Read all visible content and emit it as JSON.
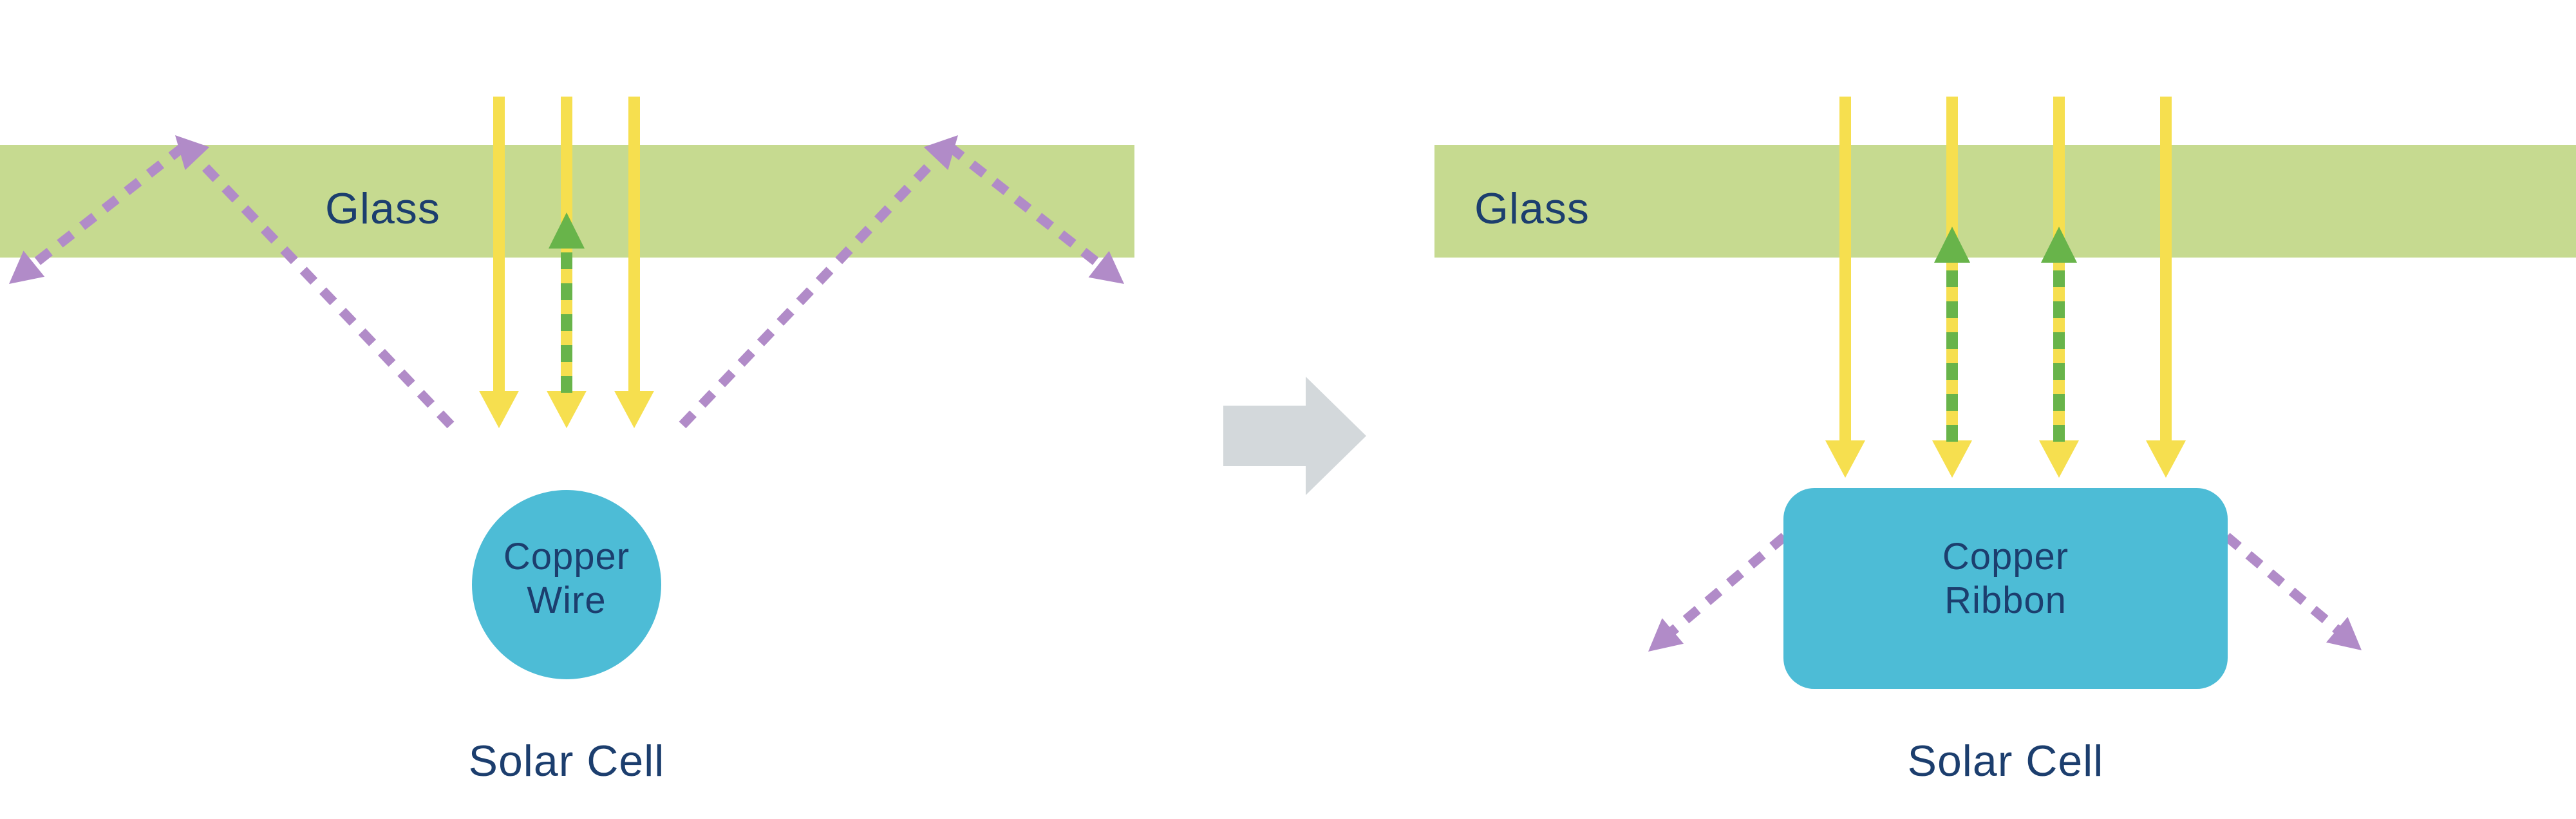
{
  "colors": {
    "glass": "#c6da90",
    "sunlight": "#f6df4f",
    "redirected": "#68b44a",
    "scattered": "#b18bc8",
    "copper": "#4dbcd6",
    "text": "#1c3e6e",
    "transition": "#d3d8db",
    "background": "#ffffff"
  },
  "left_panel": {
    "glass_label": "Glass",
    "conductor_line1": "Copper",
    "conductor_line2": "Wire",
    "cell_label": "Solar Cell"
  },
  "right_panel": {
    "glass_label": "Glass",
    "conductor_line1": "Copper",
    "conductor_line2": "Ribbon",
    "cell_label": "Solar Cell"
  }
}
